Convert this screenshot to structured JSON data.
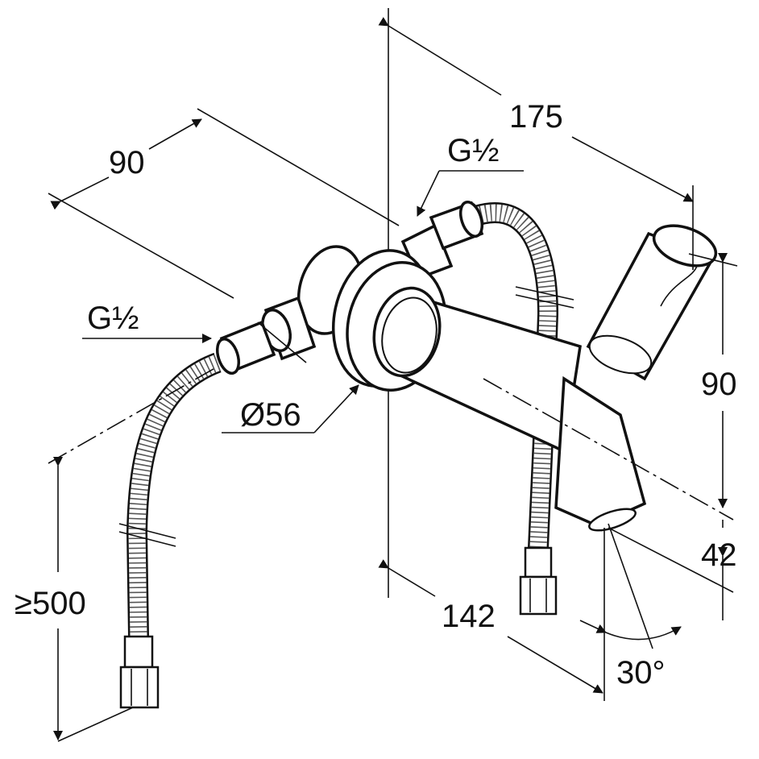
{
  "dimensions": {
    "top_length": "175",
    "left_depth": "90",
    "thread_upper": "G½",
    "thread_left": "G½",
    "rosette_diameter": "Ø56",
    "lever_height": "90",
    "spout_height": "42",
    "hose_length": "≥500",
    "spout_projection": "142",
    "swivel_angle": "30°"
  }
}
